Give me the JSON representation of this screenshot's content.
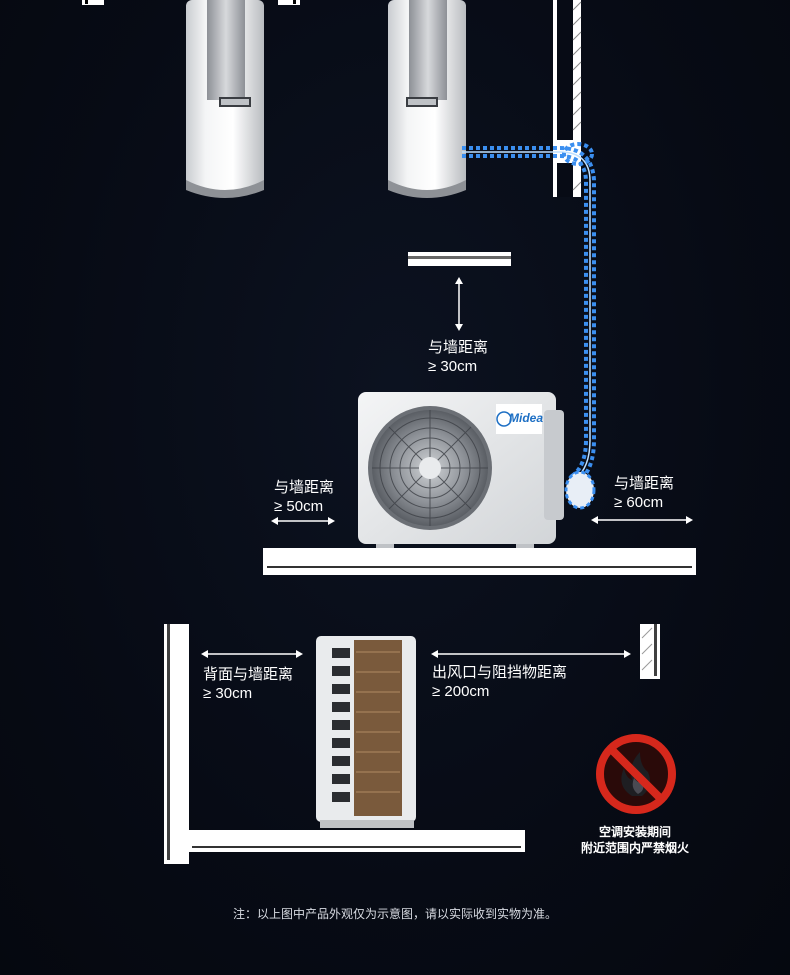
{
  "labels": {
    "top_clearance": {
      "line1": "与墙距离",
      "line2": "≥ 30cm"
    },
    "left_clearance": {
      "line1": "与墙距离",
      "line2": "≥ 50cm"
    },
    "right_clearance": {
      "line1": "与墙距离",
      "line2": "≥ 60cm"
    },
    "back_clearance": {
      "line1": "背面与墙距离",
      "line2": "≥ 30cm"
    },
    "outlet_clearance": {
      "line1": "出风口与阻挡物距离",
      "line2": "≥ 200cm"
    }
  },
  "brand": {
    "logo_text": "Midea"
  },
  "warning": {
    "line1": "空调安装期间",
    "line2": "附近范围内严禁烟火"
  },
  "note": "注：以上图中产品外观仅为示意图，请以实际收到实物为准。",
  "colors": {
    "background": "#070b15",
    "pipe": "#3b8ff0",
    "warning_red": "#d6281c",
    "brand_blue": "#1d6fc4"
  }
}
